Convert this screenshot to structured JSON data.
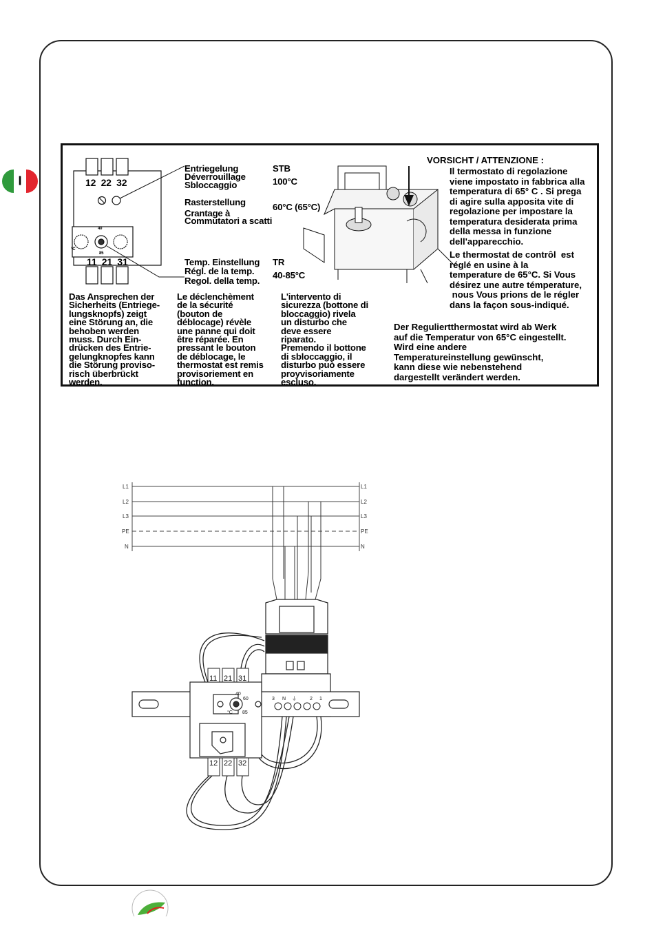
{
  "flag": {
    "label": "I"
  },
  "stb_box": {
    "terminals_top": [
      "12",
      "22",
      "32"
    ],
    "terminals_bottom": [
      "11",
      "21",
      "31"
    ],
    "dial_top": "40",
    "dial_bottom": "85",
    "dial_unit": "°C"
  },
  "labels": {
    "unlock": [
      "Entriegelung",
      "Déverrouillage",
      "Sbloccaggio"
    ],
    "unlock_code": "STB",
    "unlock_value": "100°C",
    "detent": [
      "Rasterstellung",
      "Crantage à",
      "Commutatori a scatti"
    ],
    "detent_value": "60°C (65°C)",
    "temp_setting": [
      "Temp. Einstellung",
      "Régl. de la temp.",
      "Regol. della temp."
    ],
    "temp_code": "TR",
    "temp_range": "40-85°C"
  },
  "notes": {
    "de": "Das Ansprechen der\nSicherheits (Entriege-\nlungsknopfs) zeigt\neine Störung an, die\nbehoben werden\nmuss. Durch Ein-\ndrücken des Entrie-\ngelungknopfes kann\ndie Störung proviso-\nrisch überbrückt\nwerden.",
    "fr": "Le déclenchèment\nde la sécurité\n(bouton de\ndéblocage) révèle\nune panne qui doit\nêtre réparée. En\npressant le bouton\nde déblocage, le\nthermostat est remis\nprovisoriement en\nfunction.",
    "it": "L'intervento di\nsicurezza (bottone di\nbloccaggio) rivela\nun disturbo che\ndeve essere\nriparato.\nPremendo il bottone\ndi sbloccaggio, il\ndisturbo può essere\nproyvisoriamente\nescluso."
  },
  "caution": {
    "title": "VORSICHT / ATTENZIONE :",
    "it": "Il termostato di regolazione\nviene impostato in fabbrica alla\ntemperatura di 65° C . Si prega\ndi agire sulla apposita vite di\nregolazione per impostare la\ntemperatura desiderata prima\ndella messa in funzione\ndell'apparecchio.",
    "fr": "Le thermostat de contrôl  est\nréglé en usine à la\ntemperature de 65°C. Si Vous\ndésirez une autre témperature,\n nous Vous prions de le régler\ndans la façon sous-indiqué.",
    "de": "Der Reguliertthermostat wird ab Werk\nauf die Temperatur von 65°C eingestellt.\nWird eine andere\nTemperatureinstellung gewünscht,\nkann diese wie nebenstehend\ndargestellt verändert werden."
  },
  "wiring": {
    "lines": [
      "L1",
      "L2",
      "L3",
      "PE",
      "N"
    ],
    "terminals_top": [
      "11",
      "21",
      "31"
    ],
    "terminals_bottom": [
      "12",
      "22",
      "32"
    ],
    "block_labels": [
      "3",
      "N",
      "⏚",
      "2",
      "1"
    ],
    "dial_marks": [
      "40",
      "60",
      "°C",
      "85"
    ]
  }
}
